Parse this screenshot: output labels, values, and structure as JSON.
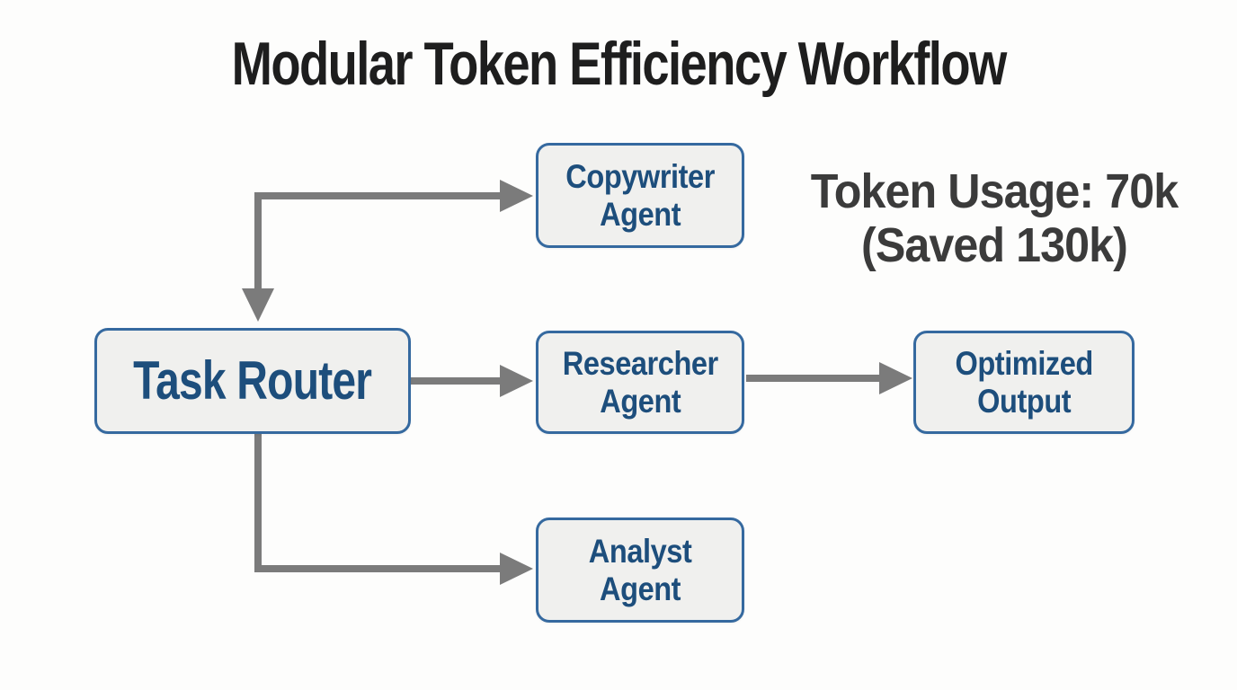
{
  "title": "Modular Token Efficiency Workflow",
  "annotation": {
    "line1": "Token Usage: 70k",
    "line2": "(Saved 130k)"
  },
  "nodes": {
    "task_router": {
      "label": "Task Router"
    },
    "copywriter_agent": {
      "line1": "Copywriter",
      "line2": "Agent"
    },
    "researcher_agent": {
      "line1": "Researcher",
      "line2": "Agent"
    },
    "analyst_agent": {
      "line1": "Analyst",
      "line2": "Agent"
    },
    "optimized_output": {
      "line1": "Optimized",
      "line2": "Output"
    }
  },
  "edges": [
    {
      "from": "branch-junction",
      "to": "Copywriter Agent",
      "arrow": "right"
    },
    {
      "from": "branch-junction",
      "to": "Task Router",
      "arrow": "down"
    },
    {
      "from": "Task Router",
      "to": "Researcher Agent",
      "arrow": "right"
    },
    {
      "from": "Researcher Agent",
      "to": "Optimized Output",
      "arrow": "right"
    },
    {
      "from": "Task Router",
      "to": "Analyst Agent",
      "arrow": "down-then-right"
    }
  ],
  "colors": {
    "background": "#fdfdfc",
    "title_text": "#1e1e1e",
    "annotation_text": "#3b3b3b",
    "node_border": "#35699f",
    "node_fill": "#f0f0ee",
    "node_text": "#1d4e7c",
    "arrow": "#7b7b7b"
  }
}
